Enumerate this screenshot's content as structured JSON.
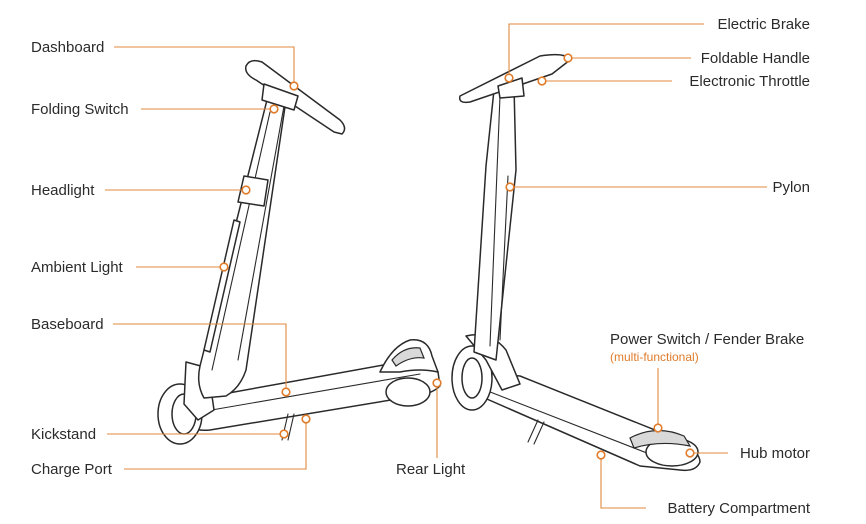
{
  "accent_color": "#e07b2a",
  "labels": {
    "dashboard": "Dashboard",
    "folding_switch": "Folding Switch",
    "headlight": "Headlight",
    "ambient_light": "Ambient Light",
    "baseboard": "Baseboard",
    "kickstand": "Kickstand",
    "charge_port": "Charge Port",
    "rear_light": "Rear Light",
    "electric_brake": "Electric Brake",
    "foldable_handle": "Foldable Handle",
    "electronic_throttle": "Electronic Throttle",
    "pylon": "Pylon",
    "power_switch": "Power Switch / Fender Brake",
    "power_switch_note": "(multi-functional)",
    "hub_motor": "Hub motor",
    "battery_compartment": "Battery Compartment"
  }
}
